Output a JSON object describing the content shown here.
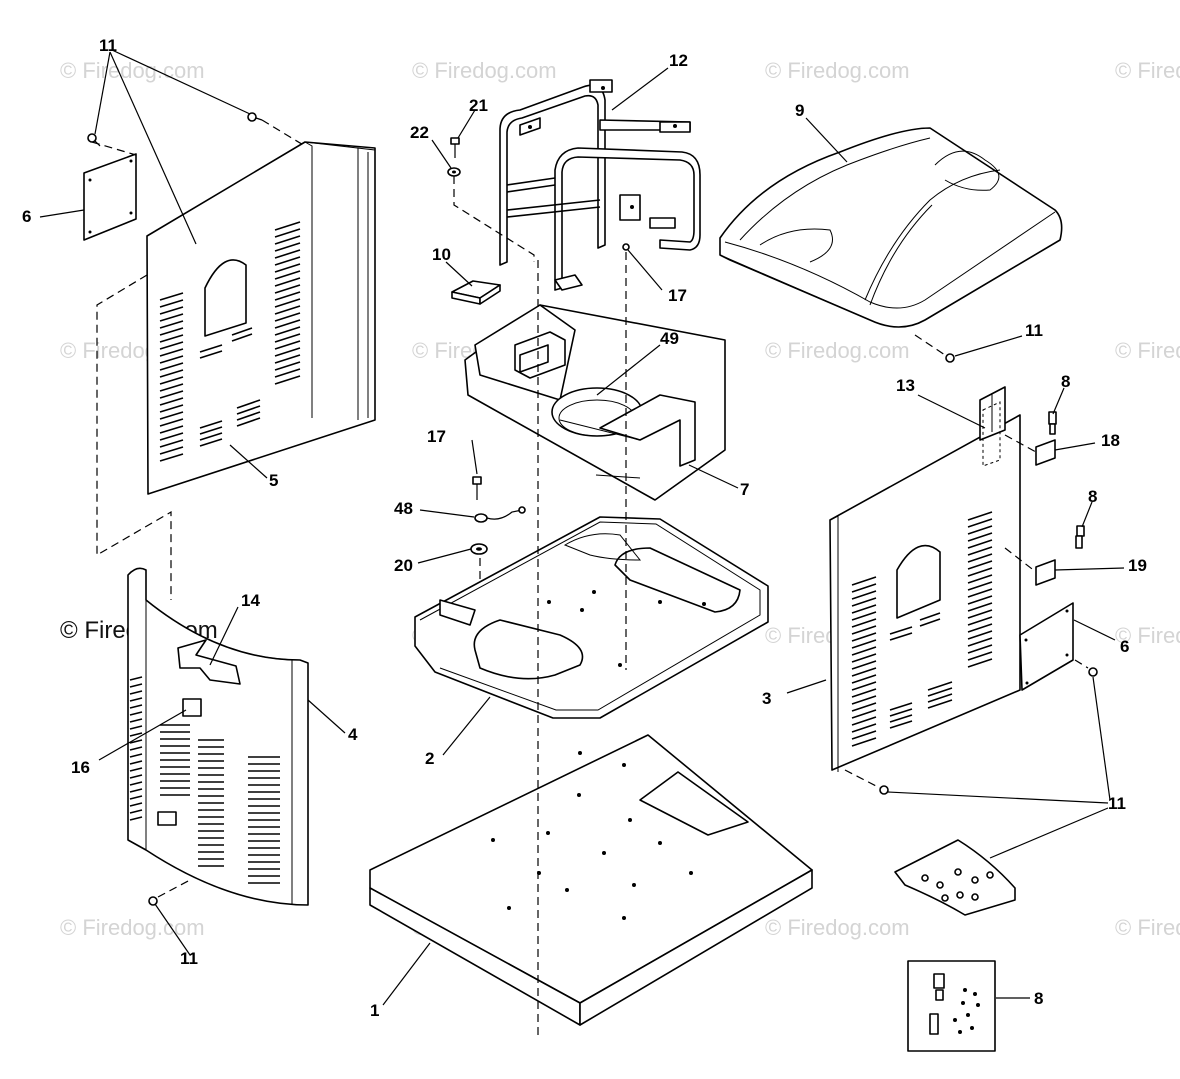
{
  "watermark": {
    "text": "© Firedog.com"
  },
  "callouts": {
    "c11_top": "11",
    "c6_left": "6",
    "c22": "22",
    "c21": "21",
    "c12": "12",
    "c9": "9",
    "c10": "10",
    "c17_top": "17",
    "c11_cover": "11",
    "c49": "49",
    "c8_top": "8",
    "c13": "13",
    "c18": "18",
    "c5": "5",
    "c17_mid": "17",
    "c7": "7",
    "c48": "48",
    "c8_mid": "8",
    "c20": "20",
    "c19": "19",
    "c14": "14",
    "c6_right": "6",
    "c4": "4",
    "c3": "3",
    "c16": "16",
    "c2": "2",
    "c11_right": "11",
    "c11_bottom": "11",
    "c1": "1",
    "c8_kit": "8"
  }
}
